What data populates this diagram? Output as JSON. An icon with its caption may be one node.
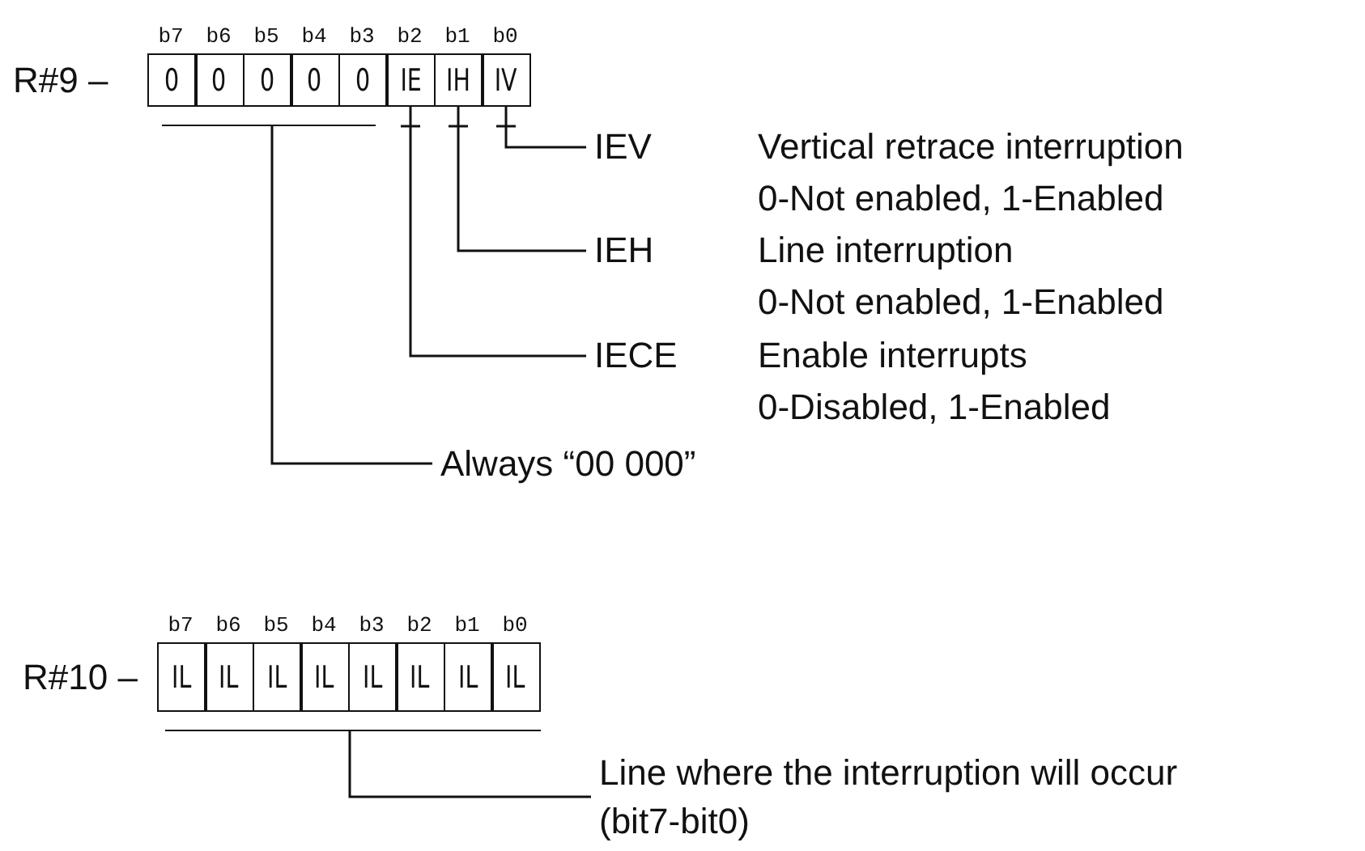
{
  "diagram": {
    "nodes": [
      {
        "text": [
          "R#9 –"
        ]
      },
      {
        "text": [
          "0"
        ],
        "in": 0
      },
      {
        "text": [
          "0"
        ],
        "in": 0
      },
      {
        "text": [
          "0"
        ],
        "in": 0
      },
      {
        "text": [
          "0"
        ],
        "in": 0
      },
      {
        "text": [
          "0"
        ],
        "in": 0
      },
      {
        "text": [
          "IE"
        ],
        "in": 0
      },
      {
        "text": [
          "IH"
        ],
        "in": 0
      },
      {
        "text": [
          "IV"
        ],
        "in": 0
      },
      {
        "text": [],
        "shape": "bar"
      },
      {
        "text": [
          "IEV",
          "Vertical retrace interruption",
          "0-Not enabled, 1-Enabled"
        ]
      },
      {
        "text": [
          "IEH",
          "Line interruption",
          "0-Not enabled, 1-Enabled"
        ]
      },
      {
        "text": [
          "IECE",
          "Enable interrupts",
          "0-Disabled, 1-Enabled"
        ]
      },
      {
        "text": [
          "Always “00 000”"
        ]
      },
      {
        "text": [
          "R#10 –"
        ]
      },
      {
        "text": [
          "IL"
        ],
        "in": 14
      },
      {
        "text": [
          "IL"
        ],
        "in": 14
      },
      {
        "text": [
          "IL"
        ],
        "in": 14
      },
      {
        "text": [
          "IL"
        ],
        "in": 14
      },
      {
        "text": [
          "IL"
        ],
        "in": 14
      },
      {
        "text": [
          "IL"
        ],
        "in": 14
      },
      {
        "text": [
          "IL"
        ],
        "in": 14
      },
      {
        "text": [
          "IL"
        ],
        "in": 14
      },
      {
        "text": [],
        "shape": "bar"
      },
      {
        "text": [
          "Line where the interruption will occur (bit7-bit0)"
        ]
      }
    ],
    "edges": [
      {
        "from": 10,
        "to": 8,
        "arrow": "none"
      },
      {
        "from": 11,
        "to": 7,
        "arrow": "none"
      },
      {
        "from": 12,
        "to": 6,
        "arrow": "none"
      },
      {
        "from": 13,
        "to": 9,
        "arrow": "none"
      },
      {
        "from": 24,
        "to": 23,
        "arrow": "none"
      }
    ],
    "labels": [
      "b7",
      "b6",
      "b5",
      "b4",
      "b3",
      "b2",
      "b1",
      "b0",
      "b7",
      "b6",
      "b5",
      "b4",
      "b3",
      "b2",
      "b1",
      "b0"
    ]
  }
}
